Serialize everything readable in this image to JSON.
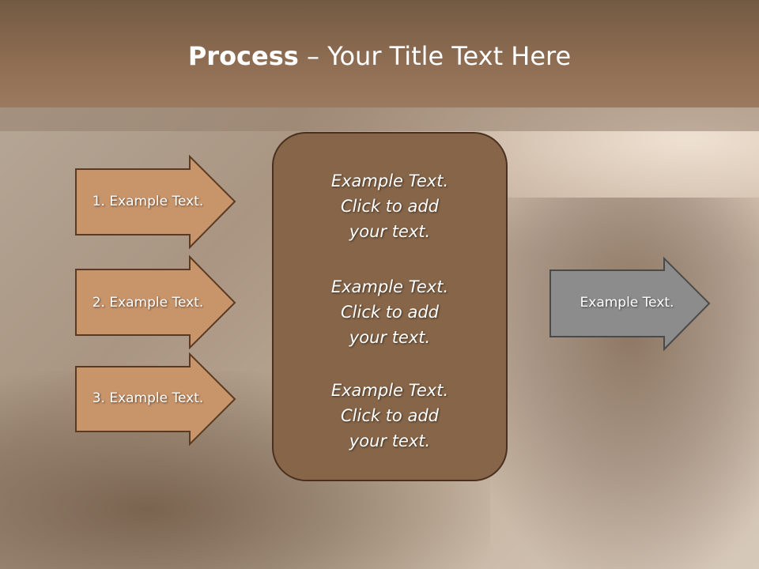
{
  "slide": {
    "title_bold": "Process",
    "title_rest": " – Your Title Text Here"
  },
  "left_arrows": [
    {
      "label": "1. Example Text."
    },
    {
      "label": "2. Example Text."
    },
    {
      "label": "3. Example Text."
    }
  ],
  "center_box": {
    "blocks": [
      {
        "line1": "Example Text.",
        "line2": "Click  to add",
        "line3": "your text."
      },
      {
        "line1": "Example Text.",
        "line2": "Click  to add",
        "line3": "your text."
      },
      {
        "line1": "Example Text.",
        "line2": "Click  to add",
        "line3": "your text."
      }
    ]
  },
  "right_arrow": {
    "label": "Example Text."
  },
  "colors": {
    "header": "#8f6e53",
    "arrow_fill": "#c8946a",
    "arrow_stroke": "#5a3a22",
    "box_fill": "#866548",
    "right_arrow_fill": "#8c8c8c"
  }
}
